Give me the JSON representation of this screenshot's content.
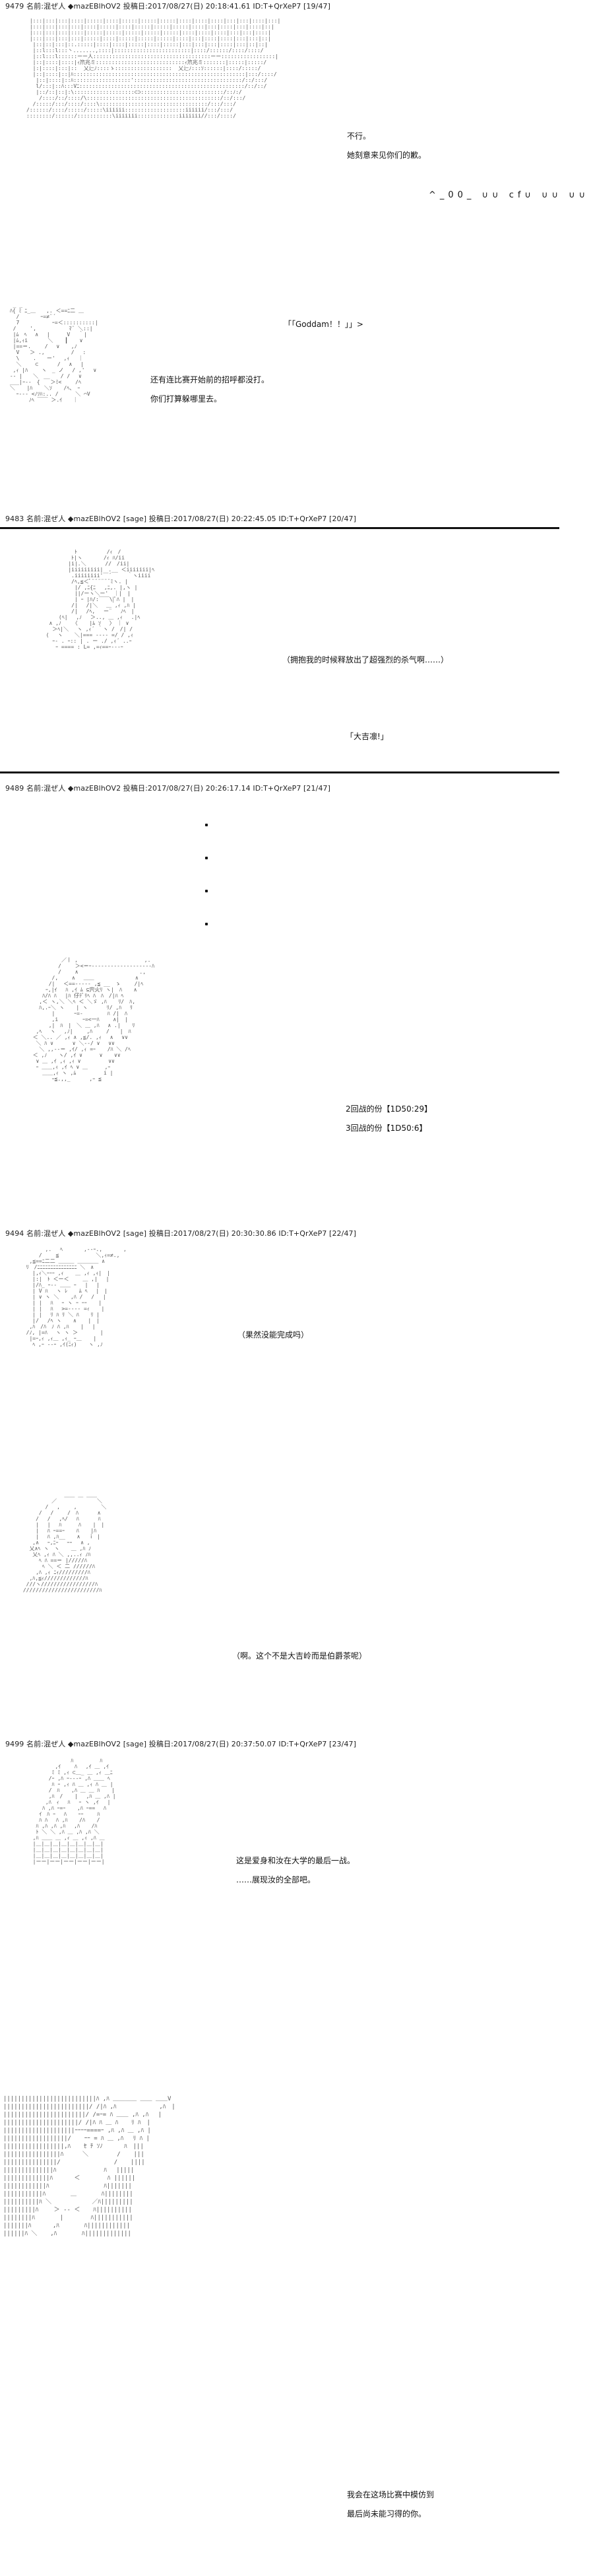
{
  "posts": [
    {
      "header": "9479 名前:混ぜ人 ◆mazEBlhOV2 投稿日:2017/08/27(日) 20:18:41.61 ID:T+QrXeP7 [19/47]",
      "lines": [
        "不行。",
        "她刻意来见你们的歉。",
        "「「Goddam！！」」>",
        "还有连比赛开始前的招呼都没打。",
        "你们打算躲哪里去。"
      ],
      "glyphs": "^_00_ ∪∪ cf∪ ∪∪ ∪∪"
    },
    {
      "header": "9483 名前:混ぜ人 ◆mazEBlhOV2 [sage] 投稿日:2017/08/27(日) 20:22:45.05 ID:T+QrXeP7 [20/47]",
      "lines": [
        "（拥抱我的时候释放出了超强烈的杀气啊……）",
        "「大吉凛!」"
      ]
    },
    {
      "header": "9489 名前:混ぜ人 ◆mazEBlhOV2 投稿日:2017/08/27(日) 20:26:17.14 ID:T+QrXeP7 [21/47]",
      "lines": [
        "2回战的份【1D50:29】",
        "3回战的份【1D50:6】"
      ]
    },
    {
      "header": "9494 名前:混ぜ人 ◆mazEBlhOV2 [sage] 投稿日:2017/08/27(日) 20:30:30.86 ID:T+QrXeP7 [22/47]",
      "lines": [
        "（果然没能完成吗）",
        "（啊。这个不是大吉岭而是伯爵茶呢）"
      ]
    },
    {
      "header": "9499 名前:混ぜ人 ◆mazEBlhOV2 [sage] 投稿日:2017/08/27(日) 20:37:50.07 ID:T+QrXeP7 [23/47]",
      "lines": [
        "这是爱身和汝在大学的最后一战。",
        "……展现汝的全部吧。",
        "我会在这场比赛中模仿到",
        "最后尚未能习得的你。"
      ]
    }
  ]
}
